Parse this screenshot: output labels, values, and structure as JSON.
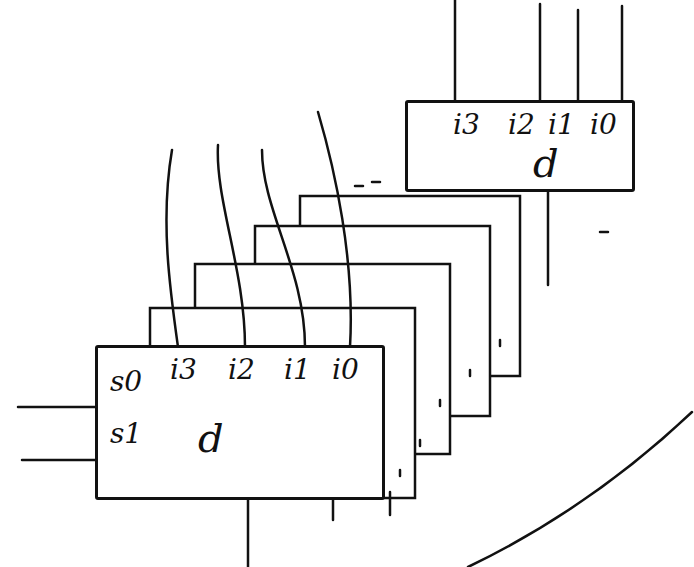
{
  "diagram": {
    "nodes": [
      {
        "text": [
          "i3",
          "i2",
          "i1",
          "i0",
          "d"
        ]
      },
      {
        "text": [
          "s0",
          "s1",
          "i3",
          "i2",
          "i1",
          "i0",
          "d"
        ]
      }
    ]
  }
}
